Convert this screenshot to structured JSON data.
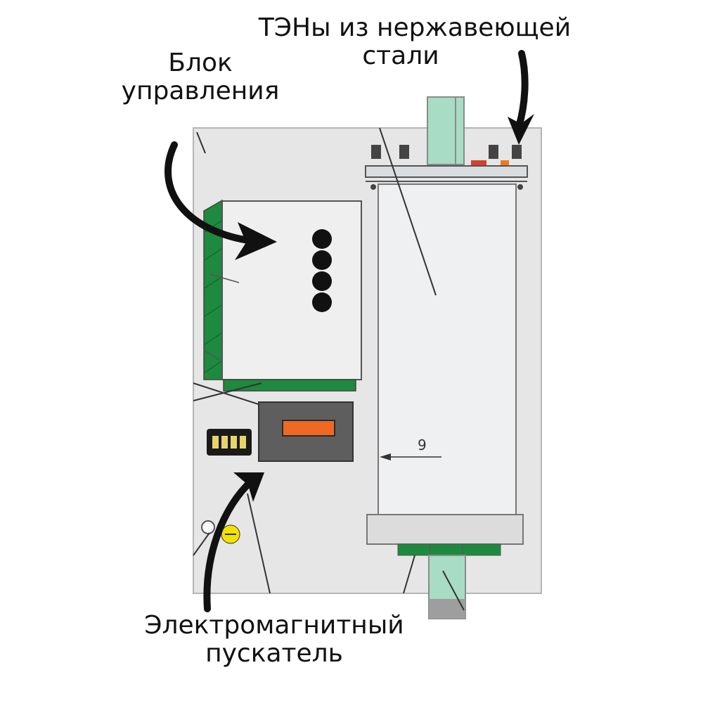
{
  "labels": {
    "heaters_line1": "ТЭНы из нержавеющей",
    "heaters_line2": "стали",
    "control_line1": "Блок",
    "control_line2": "управления",
    "starter_line1": "Электромагнитный",
    "starter_line2": "пускатель",
    "callout_number": "9"
  },
  "colors": {
    "panel": "#e6e6e6",
    "tank": "#eef0f2",
    "green": "#1d8a3f",
    "pipe": "#a8dcc4",
    "starter": "#5e5e5e",
    "starter_window": "#ee6a24",
    "terminal": "#1a1a1a",
    "warning": "#f2e200",
    "arrow": "#111111"
  }
}
